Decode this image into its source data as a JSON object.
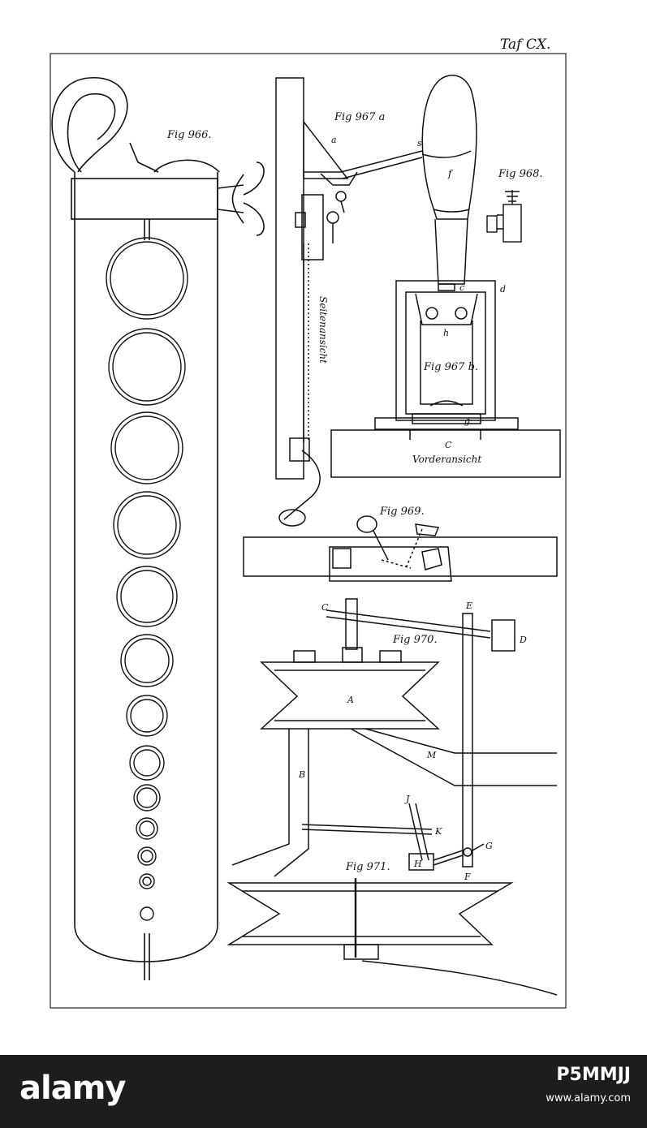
{
  "plate": {
    "plate_number": "Taf CX.",
    "figures": {
      "fig966": {
        "label": "Fig 966."
      },
      "fig967a": {
        "label": "Fig 967 a",
        "side_view": "Seitenansicht",
        "letters": [
          "a",
          "s",
          "f"
        ]
      },
      "fig967b": {
        "label": "Fig 967 b.",
        "front_view": "Vorderansicht",
        "letters": [
          "c",
          "d",
          "h",
          "g",
          "C"
        ]
      },
      "fig968": {
        "label": "Fig 968."
      },
      "fig969": {
        "label": "Fig 969."
      },
      "fig970": {
        "label": "Fig 970.",
        "letters": [
          "C",
          "E",
          "D",
          "A",
          "M",
          "B",
          "J",
          "K",
          "H",
          "G",
          "F"
        ]
      },
      "fig971": {
        "label": "Fig 971."
      }
    }
  },
  "watermark": {
    "logo_text": "alamy",
    "image_id": "P5MMJJ",
    "url": "www.alamy.com"
  },
  "colors": {
    "ink": "#111111",
    "paper": "#ffffff",
    "footer": "#1d1d1d"
  }
}
